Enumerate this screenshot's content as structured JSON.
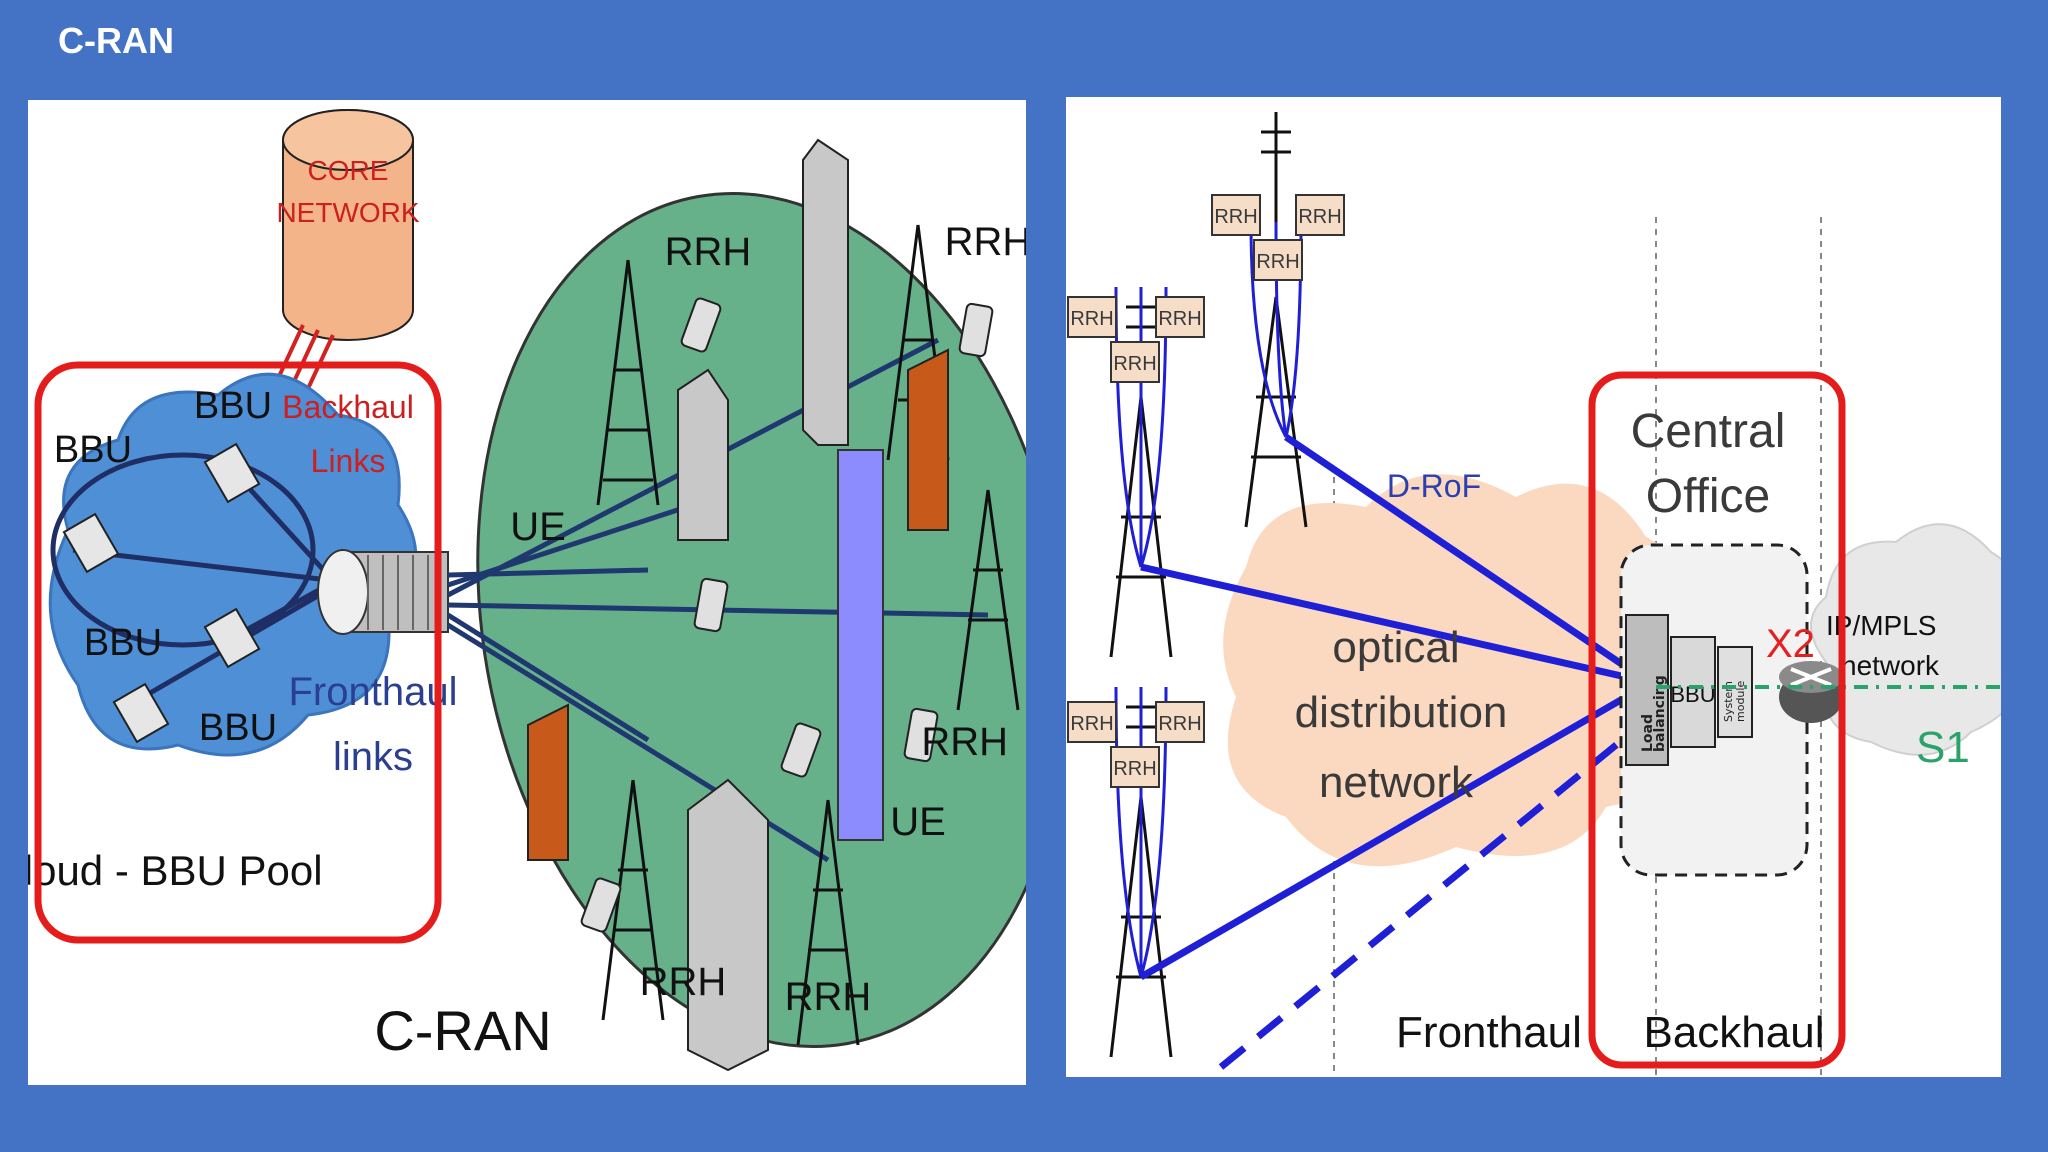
{
  "slide": {
    "title": "C-RAN"
  },
  "left_diagram": {
    "core_network": [
      "CORE",
      "NETWORK"
    ],
    "backhaul": [
      "Backhaul",
      "Links"
    ],
    "bbu_labels": [
      "BBU",
      "BBU",
      "BBU",
      "BBU"
    ],
    "fronthaul": [
      "Fronthaul",
      "links"
    ],
    "pool_label": "Cloud - BBU Pool",
    "ue_labels": [
      "UE",
      "UE"
    ],
    "rrh_labels": [
      "RRH",
      "RRH",
      "RRH",
      "RRH",
      "RRH"
    ],
    "caption": "C-RAN",
    "colors": {
      "cloud": "#4f8fd6",
      "cell": "#66b08a",
      "core": "#f4b48a",
      "highlight": "#e51c1c"
    }
  },
  "right_diagram": {
    "rrh_labels": [
      "RRH",
      "RRH",
      "RRH",
      "RRH",
      "RRH",
      "RRH",
      "RRH",
      "RRH",
      "RRH"
    ],
    "drof": "D-RoF",
    "odn": [
      "optical",
      "distribution",
      "network"
    ],
    "central_office": [
      "Central",
      "Office"
    ],
    "load_balancing": [
      "Load",
      "balancing"
    ],
    "bbu": "BBU",
    "system_module": [
      "System",
      "module"
    ],
    "x2": "X2",
    "ipmpls": [
      "IP/MPLS",
      "network"
    ],
    "s1": "S1",
    "fronthaul": "Fronthaul",
    "backhaul": "Backhaul",
    "colors": {
      "fiber": "#1f1fd6",
      "cloud": "#fbd9c0",
      "highlight": "#e51c1c",
      "s1": "#2aa36a"
    }
  }
}
